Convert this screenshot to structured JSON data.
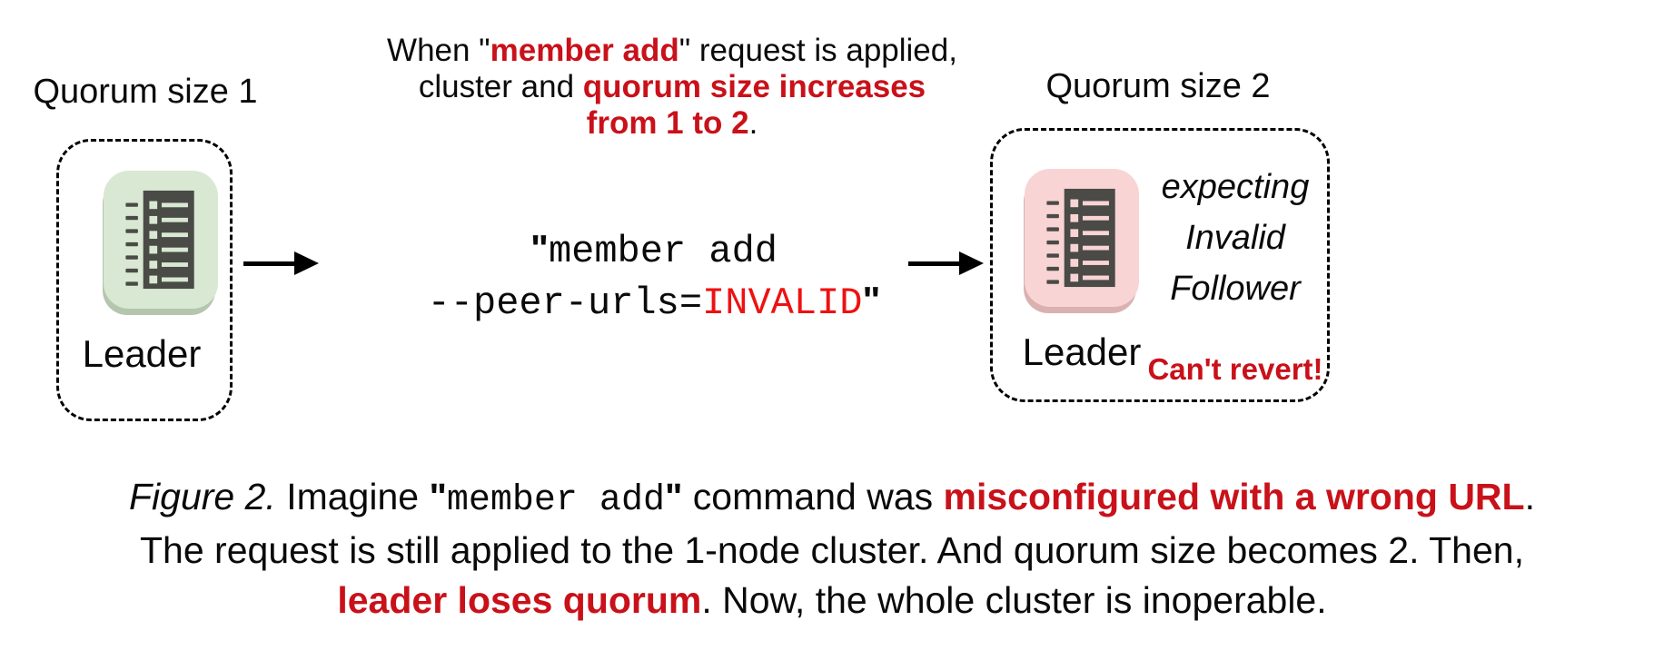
{
  "colors": {
    "red_bold_text": "#c9111a",
    "red_mono_text": "#ee1111",
    "green_tile": "#d9e8d3",
    "green_tile_shadow": "#b4c6ae",
    "pink_tile": "#f8d4d4",
    "pink_tile_shadow": "#dab1b1",
    "icon_glyph": "#4a4a46",
    "text": "#0a0a0a"
  },
  "left_cluster": {
    "title": "Quorum size 1",
    "node_label": "Leader"
  },
  "right_cluster": {
    "title": "Quorum size 2",
    "node_label": "Leader",
    "expect1": "expecting",
    "expect2": "Invalid",
    "expect3": "Follower",
    "warning": "Can't revert!"
  },
  "note": {
    "l1a": "When \"",
    "l1b": "member add",
    "l1c": "\" request is applied,",
    "l2a": "cluster and ",
    "l2b": "quorum size increases",
    "l3a": "from 1 to 2",
    "l3b": "."
  },
  "command": {
    "quote": "\"",
    "line1": "member add",
    "flag": "--peer-urls=",
    "invalid": "INVALID"
  },
  "caption": {
    "l1a": "Figure 2.",
    "l1b": " Imagine ",
    "q": "\"",
    "l1c": "member add",
    "l1d": " command was ",
    "l1e": "misconfigured with a wrong URL",
    "l1f": ".",
    "l2": "The request is still applied to the 1-node cluster. And quorum size becomes 2. Then,",
    "l3a": "leader loses quorum",
    "l3b": ". Now, the whole cluster is inoperable."
  }
}
